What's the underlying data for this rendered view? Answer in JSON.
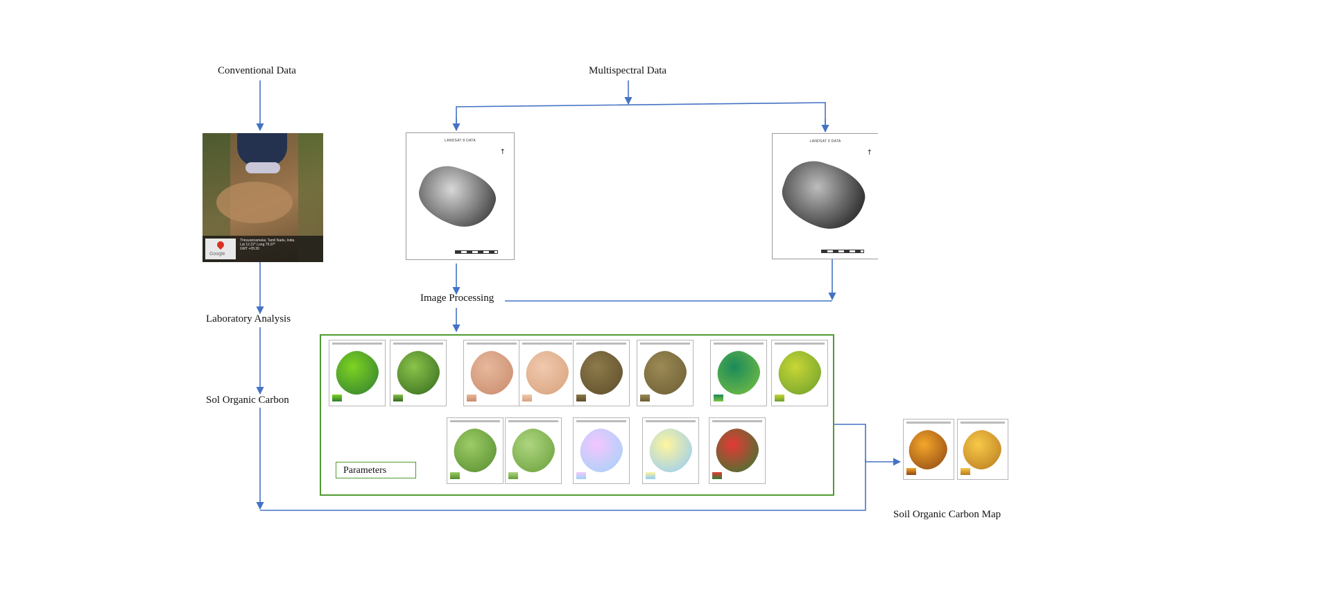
{
  "labels": {
    "conventional_data": "Conventional Data",
    "multispectral_data": "Multispectral Data",
    "image_processing": "Image Processing",
    "laboratory_analysis": "Laboratory Analysis",
    "soil_organic_carbon": "Sol Organic Carbon",
    "parameters": "Parameters",
    "soc_map": "Soil Organic Carbon Map"
  },
  "images": {
    "landsat_left_title": "LANDSAT 8 DATA",
    "landsat_right_title": "LANDSAT 9 DATA",
    "photo_geotag_lines": [
      "Thiruvannamalai, Tamil Nadu, India",
      "Lat 12.22° Long 79.07°",
      "GMT +05:30"
    ],
    "photo_brand": "Google"
  },
  "colors": {
    "arrow": "#4472c4",
    "params_border": "#4e9a2f",
    "thumb_palettes": [
      [
        "#7ed321",
        "#2e7d32"
      ],
      [
        "#8bc34a",
        "#33691e"
      ],
      [
        "#e6b89c",
        "#c98a6b"
      ],
      [
        "#f0c9ae",
        "#d7a17c"
      ],
      [
        "#8d7a4a",
        "#5c4d2a"
      ],
      [
        "#9c8a55",
        "#6b5d33"
      ],
      [
        "#1b8a5a",
        "#7cc242"
      ],
      [
        "#c8d636",
        "#6a9f2c"
      ],
      [
        "#9ccc65",
        "#558b2f"
      ],
      [
        "#aed581",
        "#689f38"
      ],
      [
        "#f3c6ff",
        "#9fd3f7"
      ],
      [
        "#fff59d",
        "#90caf9"
      ],
      [
        "#e53935",
        "#2e7d32"
      ],
      [
        "#f4a62a",
        "#8b4513"
      ],
      [
        "#f7c948",
        "#b7791f"
      ]
    ]
  }
}
